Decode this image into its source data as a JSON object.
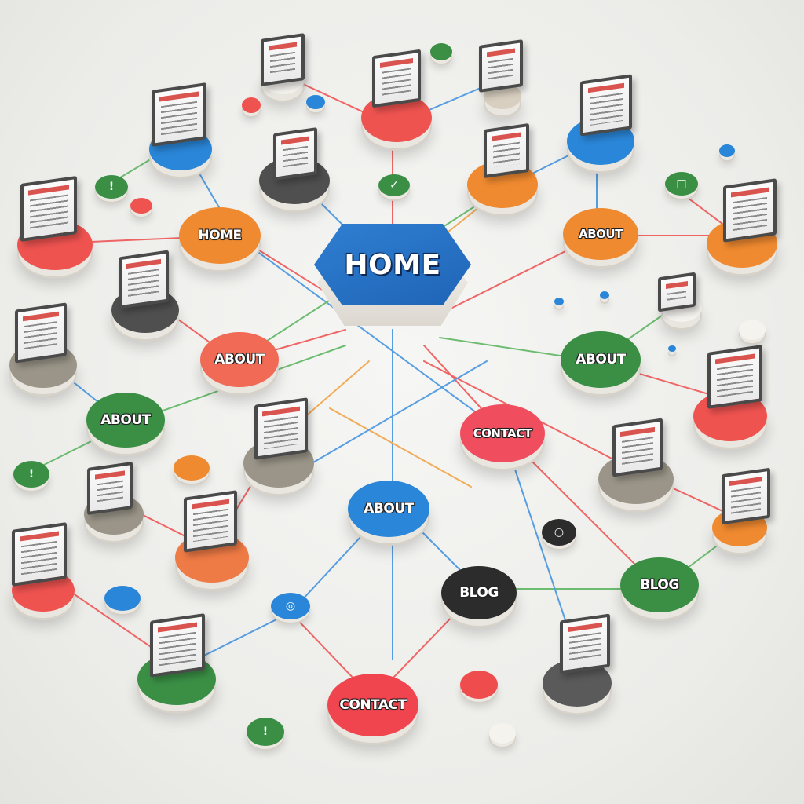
{
  "hub": {
    "label": "HOME",
    "color": "#2a74c8"
  },
  "nodes": [
    {
      "id": "home-orange",
      "label": "HOME",
      "color": "#f08a30"
    },
    {
      "id": "about-red",
      "label": "ABOUT",
      "color": "#f06a55"
    },
    {
      "id": "about-green-l",
      "label": "ABOUT",
      "color": "#3a8f45"
    },
    {
      "id": "about-orange",
      "label": "ABOUT",
      "color": "#f08a30"
    },
    {
      "id": "about-green-r",
      "label": "ABOUT",
      "color": "#3a8f45"
    },
    {
      "id": "contact-red-c",
      "label": "CONTACT",
      "color": "#f04e5f"
    },
    {
      "id": "about-blue",
      "label": "ABOUT",
      "color": "#2a86d8"
    },
    {
      "id": "blog-black",
      "label": "BLOG",
      "color": "#2c2c2c"
    },
    {
      "id": "blog-green",
      "label": "BLOG",
      "color": "#3a8f45"
    },
    {
      "id": "contact-red-b",
      "label": "CONTACT",
      "color": "#f0444f"
    }
  ],
  "colors": {
    "red": "#ef5350",
    "blue": "#2a86d8",
    "green": "#3a8f45",
    "orange": "#f08a30",
    "gray": "#6b6b6b",
    "wire_red": "#ef4d4d",
    "wire_blue": "#3b8fe0",
    "wire_green": "#56b35c",
    "wire_orange": "#f0a040"
  }
}
